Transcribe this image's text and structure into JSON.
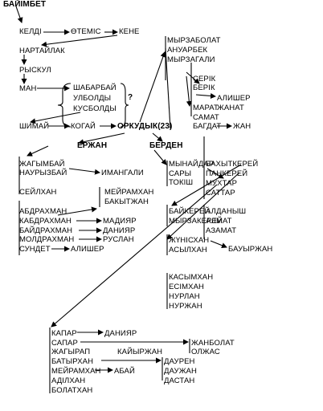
{
  "nodes": {
    "baiimbet": "БАЙІМБЕТ",
    "keldi": "КЕЛДІ",
    "otemis": "ӨТЕМІС",
    "kene": "КЕНЕ",
    "nartailak": "НАРТАЙЛАК",
    "ryskul": "РЫСКУЛ",
    "man": "МАН",
    "shabarbai": "ШАБАРБАЙ",
    "ulboldy": "УЛБОЛДЫ",
    "kusboldy": "КУСБОЛДЫ",
    "question": "?",
    "shimai": "ШИМАЙ",
    "kogai": "КОГАЙ",
    "orkudyk": "ОРКУДЫК(23)",
    "erzhan": "ЕРЖАН",
    "berden": "БЕРДЕН",
    "zhagymbai": "ЖАГЫМБАЙ",
    "nauryzbai": "НАУРЫЗБАЙ",
    "imangali": "ИМАНГАЛИ",
    "seilkhan": "СЕЙЛХАН",
    "meiramkhan1": "МЕЙРАМХАН",
    "bakytzhan": "БАКЫТЖАН",
    "abdrakhman": "АБДРАХМАН",
    "kabdrakhman": "КАБДРАХМАН",
    "madiyar": "МАДИЯР",
    "baidrakhman": "БАЙДРАХМАН",
    "daniyar1": "ДАНИЯР",
    "moldrakhman": "МОЛДРАХМАН",
    "ruslan": "РУСЛАН",
    "sundet": "СУНДЕТ",
    "alisher1": "АЛИШЕР",
    "myrzabolat": "МЫРЗАБОЛАТ",
    "anuarbek": "АНУАРБЕК",
    "myrzagali": "МЫРЗАГАЛИ",
    "serik": "СЕРІК",
    "berik": "БЕРІК",
    "marat": "МАРАТ",
    "samat": "САМАТ",
    "bagdat": "БАГДАТ",
    "alisher2": "АЛИШЕР",
    "zhanat": "ЖАНАТ",
    "zhan": "ЖАН",
    "mynaidar": "МЫНАЙДАР",
    "sary": "САРЫ",
    "tokish": "ТОКІШ",
    "bakhytkerei": "БАХЫТКЕРЕЙ",
    "pankerei": "ПАНКЕРЕЙ",
    "mukhtar": "МУХТАР",
    "sattar": "САТТАР",
    "baikerei": "БАЙКЕРЕЙ",
    "myrzakerei": "МЫРЗАКЕРЕЙ",
    "aldanysh": "АЛДАНЫШ",
    "almat": "АЛМАТ",
    "azamat": "АЗАМАТ",
    "zhunkhan": "ЖҮНІСХАН",
    "askhan": "АСЫЛХАН",
    "bauyrzhan": "БАУЫРЖАН",
    "kasymkhan": "КАСЫМХАН",
    "esimkhan": "ЕСІМХАН",
    "nurlan": "НУРЛАН",
    "nurzhan": "НУРЖАН",
    "kapar": "КАПАР",
    "daniyar2": "ДАНИЯР",
    "sapar": "САПАР",
    "zhanbolat": "ЖАНБОЛАТ",
    "zhagyrap": "ЖАГЫРАП",
    "kaiyrzhan": "КАЙЫРЖАН",
    "olzhas": "ОЛЖАС",
    "batyrkhan": "БАТЫРХАН",
    "dauren": "ДАУРЕН",
    "meiramkhan2": "МЕЙРАМХАН",
    "abai": "АБАЙ",
    "dauzhan": "ДАУЖАН",
    "adilkhan": "АДІЛХАН",
    "dastan": "ДАСТАН",
    "bolatkhan": "БОЛАТХАН"
  }
}
